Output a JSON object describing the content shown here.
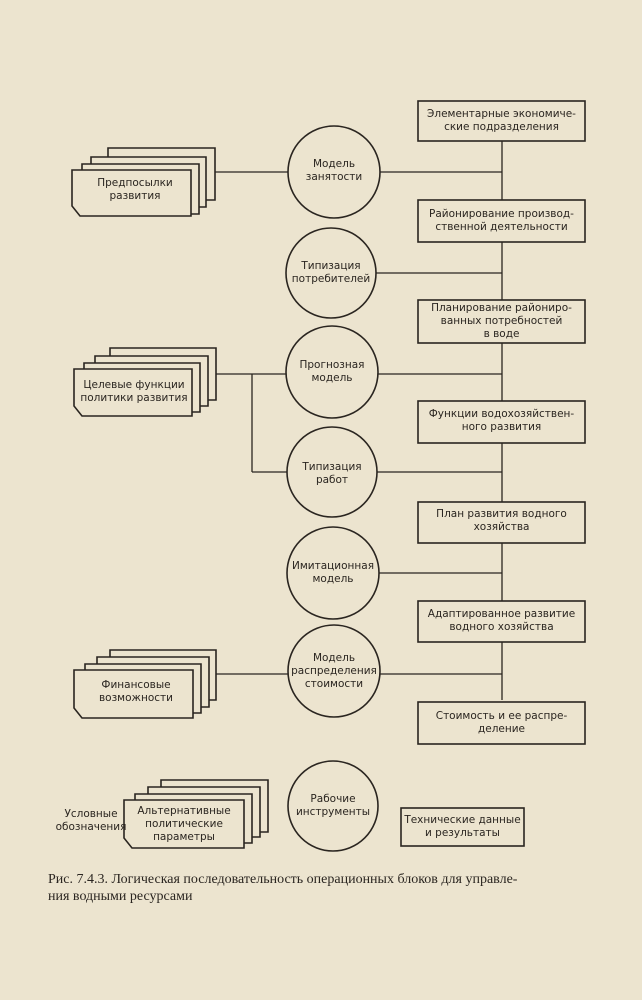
{
  "inputs": [
    {
      "id": "prerequisites",
      "label": "Предпосылки\nразвития"
    },
    {
      "id": "target_functions",
      "label": "Целевые функции\nполитики развития"
    },
    {
      "id": "financial",
      "label": "Финансовые\nвозможности"
    }
  ],
  "models": [
    {
      "id": "employment",
      "label": "Модель\nзанятости"
    },
    {
      "id": "consumers",
      "label": "Типизация\nпотребителей"
    },
    {
      "id": "forecast",
      "label": "Прогнозная\nмодель"
    },
    {
      "id": "works",
      "label": "Типизация\nработ"
    },
    {
      "id": "simulation",
      "label": "Имитационная\nмодель"
    },
    {
      "id": "cost_model",
      "label": "Модель\nраспределения\nстоимости"
    }
  ],
  "outputs": [
    {
      "id": "elementary",
      "label": "Элементарные экономиче-\nские подразделения"
    },
    {
      "id": "zoning",
      "label": "Районирование производ-\nственной деятельности"
    },
    {
      "id": "planning",
      "label": "Планирование райониро-\nванных потребностей\nв воде"
    },
    {
      "id": "functions",
      "label": "Функции водохозяйствен-\nного развития"
    },
    {
      "id": "plan",
      "label": "План развития водного\nхозяйства"
    },
    {
      "id": "adapted",
      "label": "Адаптированное развитие\nводного хозяйства"
    },
    {
      "id": "cost",
      "label": "Стоимость и ее распре-\nделение"
    }
  ],
  "legend": {
    "title": "Условные\nобозначения",
    "input_sample": "Альтернативные\nполитические\nпараметры",
    "tool_sample": "Рабочие\nинструменты",
    "output_sample": "Технические данные\nи результаты"
  },
  "caption": "Рис. 7.4.3. Логическая последовательность операционных блоков для управле-\nния водными ресурсами"
}
